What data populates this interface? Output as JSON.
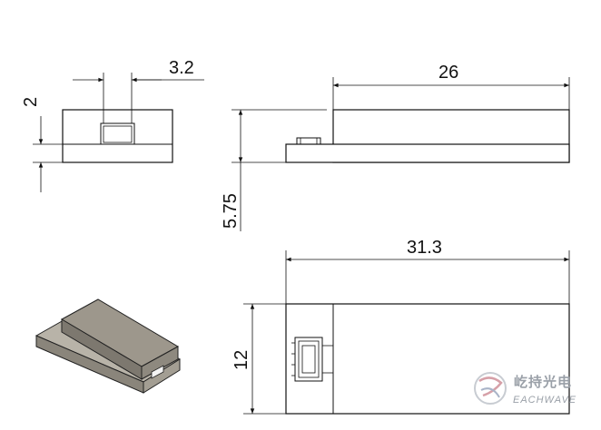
{
  "dimensions": {
    "front_connector_width": "3.2",
    "front_slot_height": "2",
    "side_length_top": "26",
    "side_height": "5.75",
    "top_length": "31.3",
    "top_width": "12"
  },
  "logo": {
    "chinese": "屹持光电",
    "english": "EACHWAVE"
  },
  "colors": {
    "line": "#111111",
    "iso_face_top": "#8f8a80",
    "iso_face_side": "#b8b3a8",
    "logo": "#9aa0a8"
  },
  "icons": {
    "logo_mark": "eachwave-swirl-logo-icon"
  }
}
